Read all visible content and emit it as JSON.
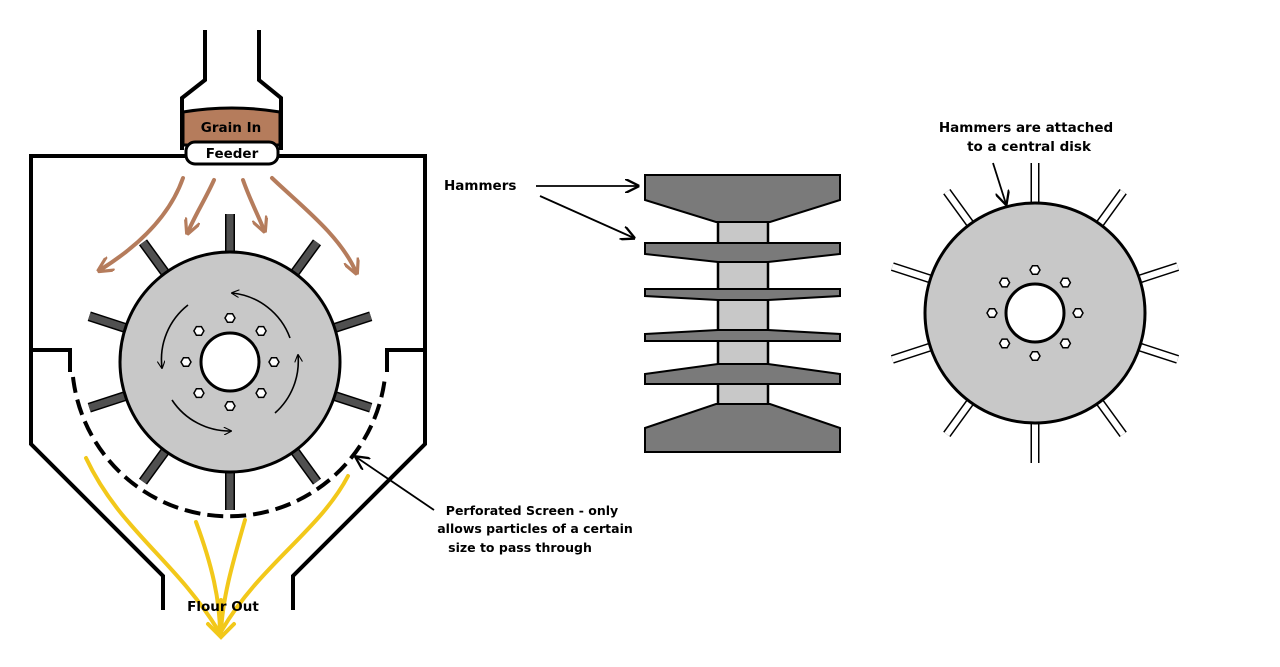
{
  "labels": {
    "grain_in": "Grain In",
    "feeder": "Feeder",
    "flour_out": "Flour Out",
    "hammers": "Hammers",
    "screen_line1": "Perforated Screen - only",
    "screen_line2": "allows particles of a certain",
    "screen_line3": "size to pass through",
    "disk_line1": "Hammers are attached",
    "disk_line2": "to a central disk"
  },
  "colors": {
    "grain": "#b57c5c",
    "flour": "#f2c81a",
    "disk": "#c8c8c8",
    "hammer_dark": "#505050",
    "hammer_side": "#7a7a7a",
    "line": "#000000",
    "background": "#ffffff"
  }
}
